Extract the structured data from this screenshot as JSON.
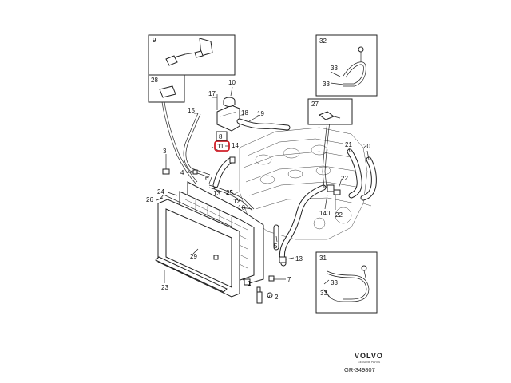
{
  "callouts": {
    "c1": "1",
    "c2": "2",
    "c3": "3",
    "c4": "4",
    "c5": "5",
    "c6": "6",
    "c7": "7",
    "c8": "8",
    "c9": "9",
    "c10": "10",
    "c11": "11",
    "c12": "12",
    "c13a": "13",
    "c13b": "13",
    "c14": "14",
    "c15": "15",
    "c16": "16",
    "c17": "17",
    "c18": "18",
    "c19": "19",
    "c20": "20",
    "c21": "21",
    "c22a": "22",
    "c22b": "22",
    "c23": "23",
    "c24": "24",
    "c25": "25",
    "c26": "26",
    "c27": "27",
    "c28": "28",
    "c29": "29",
    "c31": "31",
    "c32": "32",
    "c33a": "33",
    "c33b": "33",
    "c33c": "33",
    "c33d": "33",
    "c140": "140"
  },
  "highlighted_callout": "11",
  "highlight_color": "#d0202a",
  "brand": {
    "name": "VOLVO",
    "sub": "GENUINE PARTS"
  },
  "drawing_code": "GR-349807"
}
